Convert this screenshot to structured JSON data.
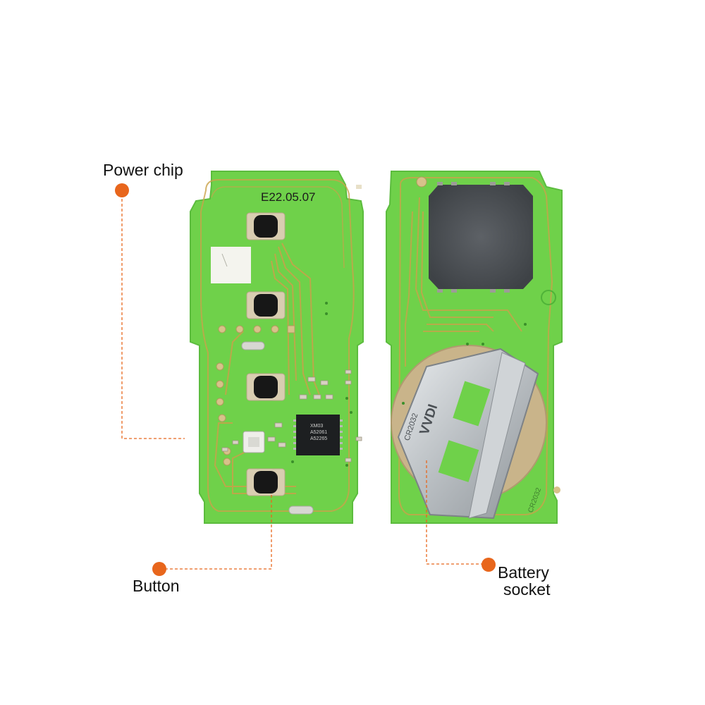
{
  "callouts": {
    "power_chip": "Power chip",
    "button": "Button",
    "battery_line1": "Battery",
    "battery_line2": "socket"
  },
  "board_markings": {
    "date_code": "E22.05.07",
    "chip_text_1": "XM03",
    "chip_text_2": "A52061",
    "chip_text_3": "A52265",
    "battery_brand": "VVDI",
    "battery_model": "CR2032",
    "board_label": "CR2032"
  },
  "colors": {
    "pcb_green": "#6fd14a",
    "pcb_dark": "#4fb338",
    "trace": "#c9a24a",
    "leader": "#e8661c",
    "dot": "#e8661c"
  }
}
